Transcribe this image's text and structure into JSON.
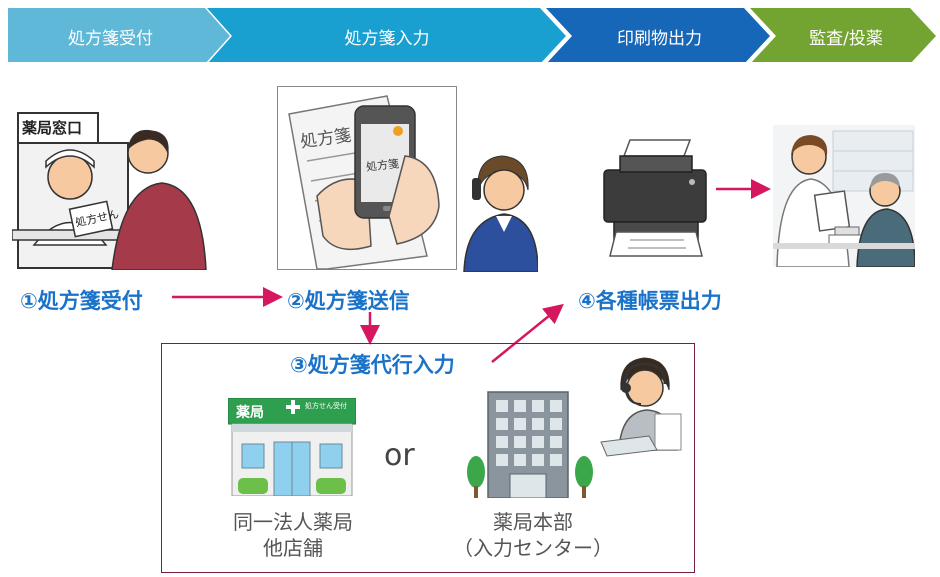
{
  "header": {
    "steps": [
      {
        "label": "処方箋受付",
        "color": "#5fb8d8"
      },
      {
        "label": "処方箋入力",
        "color": "#1aa0d0"
      },
      {
        "label": "印刷物出力",
        "color": "#1767b9"
      },
      {
        "label": "監査/投薬",
        "color": "#73a331"
      }
    ]
  },
  "flow": {
    "step1": "①処方箋受付",
    "step2": "②処方箋送信",
    "step3": "③処方箋代行入力",
    "step4": "④各種帳票出力"
  },
  "illustrations": {
    "window_sign": "薬局窓口",
    "prescription_paper": "処方せん",
    "paper_title": "処方箋",
    "phone_screen": "処方箋",
    "pharmacy_sign": "薬局",
    "pharmacy_sub": "処方せん受付"
  },
  "box": {
    "left_caption_line1": "同一法人薬局",
    "left_caption_line2": "他店舗",
    "or_text": "or",
    "right_caption_line1": "薬局本部",
    "right_caption_line2": "（入力センター）"
  },
  "colors": {
    "arrow": "#d6165f",
    "step_text": "#1a73c9",
    "box_border": "#7a1e3c"
  }
}
